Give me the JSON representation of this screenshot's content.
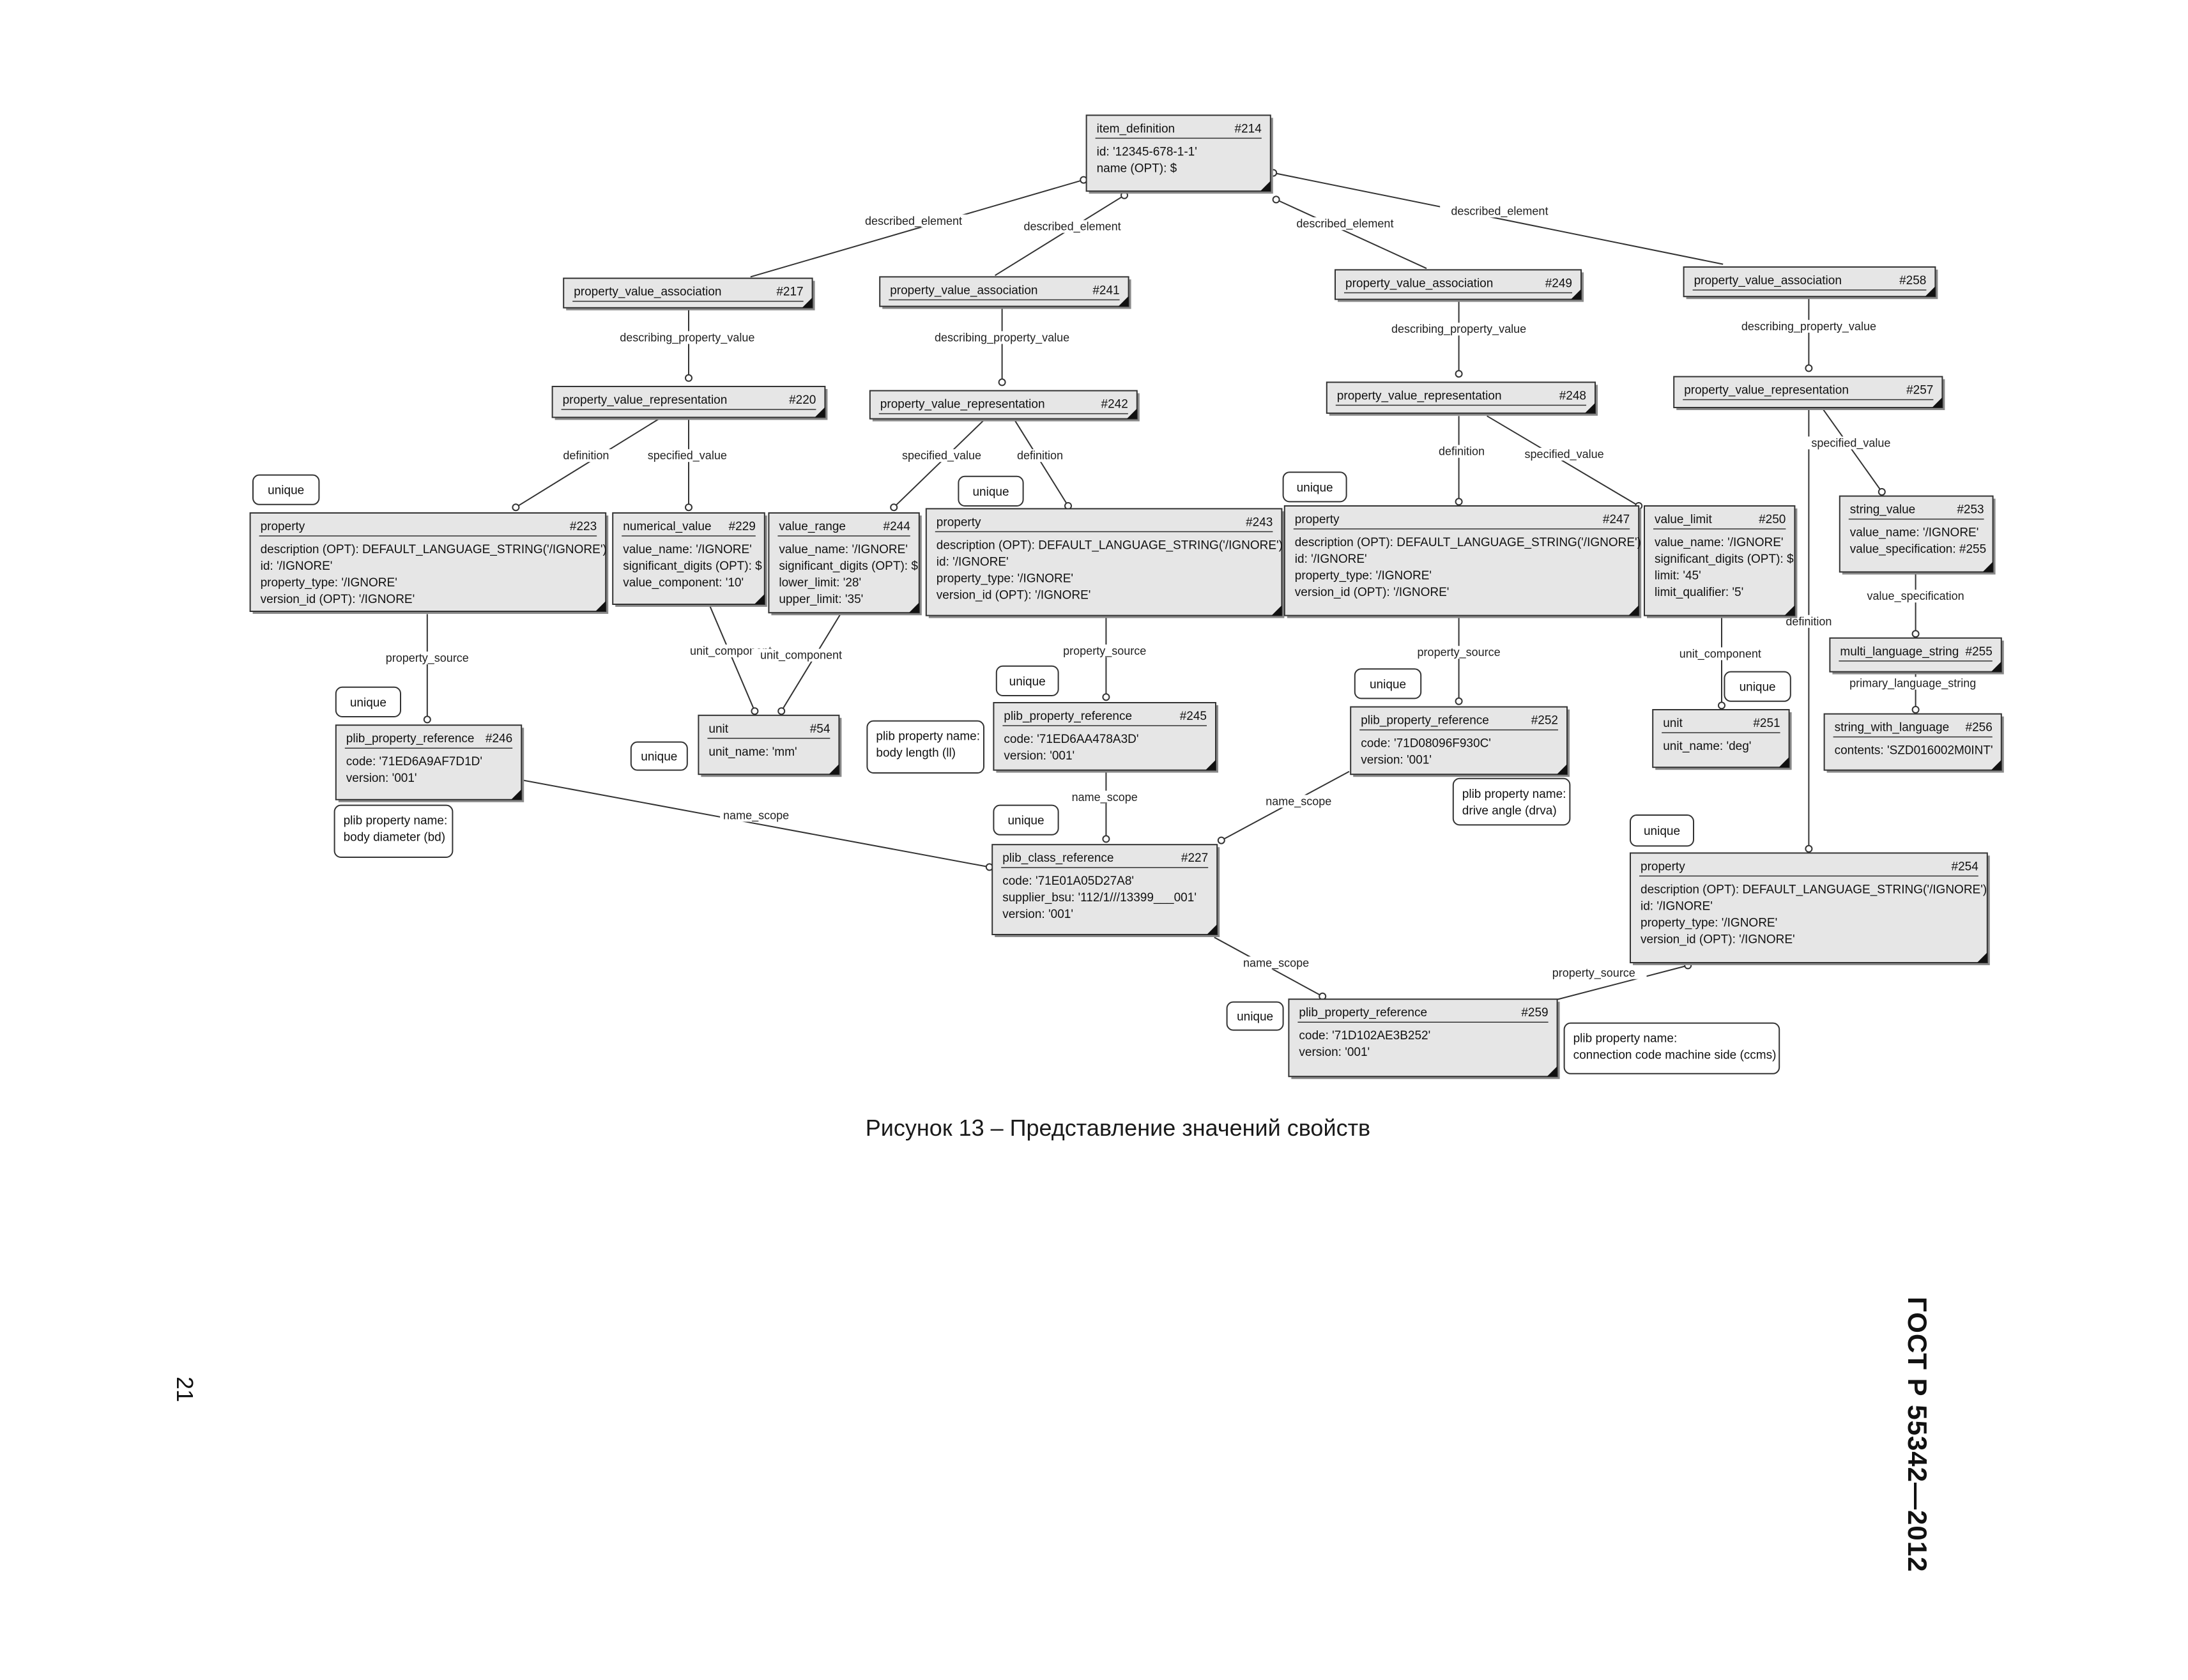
{
  "entities": {
    "item_definition": {
      "name": "item_definition",
      "id": "#214",
      "attrs": [
        "id: '12345-678-1-1'",
        "name (OPT): $"
      ]
    },
    "pva217": {
      "name": "property_value_association",
      "id": "#217",
      "attrs": []
    },
    "pva241": {
      "name": "property_value_association",
      "id": "#241",
      "attrs": []
    },
    "pva249": {
      "name": "property_value_association",
      "id": "#249",
      "attrs": []
    },
    "pva258": {
      "name": "property_value_association",
      "id": "#258",
      "attrs": []
    },
    "pvr220": {
      "name": "property_value_representation",
      "id": "#220",
      "attrs": []
    },
    "pvr242": {
      "name": "property_value_representation",
      "id": "#242",
      "attrs": []
    },
    "pvr248": {
      "name": "property_value_representation",
      "id": "#248",
      "attrs": []
    },
    "pvr257": {
      "name": "property_value_representation",
      "id": "#257",
      "attrs": []
    },
    "prop223": {
      "name": "property",
      "id": "#223",
      "attrs": [
        "description (OPT): DEFAULT_LANGUAGE_STRING('/IGNORE')",
        "id: '/IGNORE'",
        "property_type: '/IGNORE'",
        "version_id (OPT): '/IGNORE'"
      ]
    },
    "nv229": {
      "name": "numerical_value",
      "id": "#229",
      "attrs": [
        "value_name: '/IGNORE'",
        "significant_digits (OPT): $",
        "value_component: '10'"
      ]
    },
    "vr244": {
      "name": "value_range",
      "id": "#244",
      "attrs": [
        "value_name: '/IGNORE'",
        "significant_digits (OPT): $",
        "lower_limit: '28'",
        "upper_limit: '35'"
      ]
    },
    "prop243": {
      "name": "property",
      "id": "#243",
      "attrs": [
        "description (OPT): DEFAULT_LANGUAGE_STRING('/IGNORE')",
        "id: '/IGNORE'",
        "property_type: '/IGNORE'",
        "version_id (OPT): '/IGNORE'"
      ]
    },
    "prop247": {
      "name": "property",
      "id": "#247",
      "attrs": [
        "description (OPT): DEFAULT_LANGUAGE_STRING('/IGNORE')",
        "id: '/IGNORE'",
        "property_type: '/IGNORE'",
        "version_id (OPT): '/IGNORE'"
      ]
    },
    "vl250": {
      "name": "value_limit",
      "id": "#250",
      "attrs": [
        "value_name: '/IGNORE'",
        "significant_digits (OPT): $",
        "limit: '45'",
        "limit_qualifier: '5'"
      ]
    },
    "sv253": {
      "name": "string_value",
      "id": "#253",
      "attrs": [
        "value_name: '/IGNORE'",
        "value_specification: #255"
      ]
    },
    "ppr246": {
      "name": "plib_property_reference",
      "id": "#246",
      "attrs": [
        "code: '71ED6A9AF7D1D'",
        "version: '001'"
      ]
    },
    "unit54": {
      "name": "unit",
      "id": "#54",
      "attrs": [
        "unit_name: 'mm'"
      ]
    },
    "ppr245": {
      "name": "plib_property_reference",
      "id": "#245",
      "attrs": [
        "code: '71ED6AA478A3D'",
        "version: '001'"
      ]
    },
    "ppr252": {
      "name": "plib_property_reference",
      "id": "#252",
      "attrs": [
        "code: '71D08096F930C'",
        "version: '001'"
      ]
    },
    "unit251": {
      "name": "unit",
      "id": "#251",
      "attrs": [
        "unit_name: 'deg'"
      ]
    },
    "mls255": {
      "name": "multi_language_string",
      "id": "#255",
      "attrs": []
    },
    "swl256": {
      "name": "string_with_language",
      "id": "#256",
      "attrs": [
        "contents: 'SZD016002M0INT'"
      ]
    },
    "pcr227": {
      "name": "plib_class_reference",
      "id": "#227",
      "attrs": [
        "code: '71E01A05D27A8'",
        "supplier_bsu: '112/1///13399___001'",
        "version: '001'"
      ]
    },
    "prop254": {
      "name": "property",
      "id": "#254",
      "attrs": [
        "description (OPT): DEFAULT_LANGUAGE_STRING('/IGNORE')",
        "id: '/IGNORE'",
        "property_type: '/IGNORE'",
        "version_id (OPT): '/IGNORE'"
      ]
    },
    "ppr259": {
      "name": "plib_property_reference",
      "id": "#259",
      "attrs": [
        "code: '71D102AE3B252'",
        "version: '001'"
      ]
    }
  },
  "notes": {
    "u223": [
      "unique"
    ],
    "u243": [
      "unique"
    ],
    "u247": [
      "unique"
    ],
    "u246": [
      "unique"
    ],
    "u54": [
      "unique"
    ],
    "u245": [
      "unique"
    ],
    "u252": [
      "unique"
    ],
    "u251": [
      "unique"
    ],
    "u227": [
      "unique"
    ],
    "u254": [
      "unique"
    ],
    "u259": [
      "unique"
    ],
    "n246": [
      "plib property name:",
      "body diameter (bd)"
    ],
    "n245": [
      "plib property name:",
      "body length (ll)"
    ],
    "n252": [
      "plib property name:",
      "drive angle (drva)"
    ],
    "n259": [
      "plib property name:",
      "connection code machine side (ccms)"
    ]
  },
  "relations": {
    "described_element": "described_element",
    "describing_property_value": "describing_property_value",
    "definition": "definition",
    "specified_value": "specified_value",
    "unit_component": "unit_component",
    "property_source": "property_source",
    "name_scope": "name_scope",
    "value_specification": "value_specification",
    "primary_language_string": "primary_language_string"
  },
  "caption": "Рисунок 13 – Представление значений свойств",
  "standard_id": "ГОСТ Р 55342—2012",
  "page_number": "21"
}
